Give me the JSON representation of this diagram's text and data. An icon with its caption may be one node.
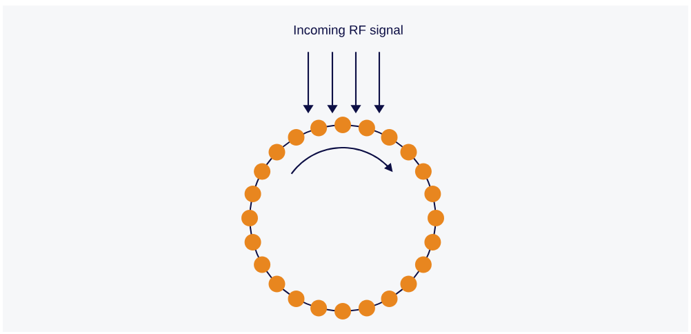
{
  "diagram": {
    "nodes": [
      {
        "text": [
          "Incoming RF signal"
        ]
      },
      {
        "text": [],
        "shape": "circle"
      }
    ],
    "edges": [
      {
        "from": 0,
        "to": 1,
        "arrow": "to"
      },
      {
        "from": 0,
        "to": 1,
        "arrow": "to"
      },
      {
        "from": 0,
        "to": 1,
        "arrow": "to"
      },
      {
        "from": 0,
        "to": 1,
        "arrow": "to"
      }
    ]
  }
}
